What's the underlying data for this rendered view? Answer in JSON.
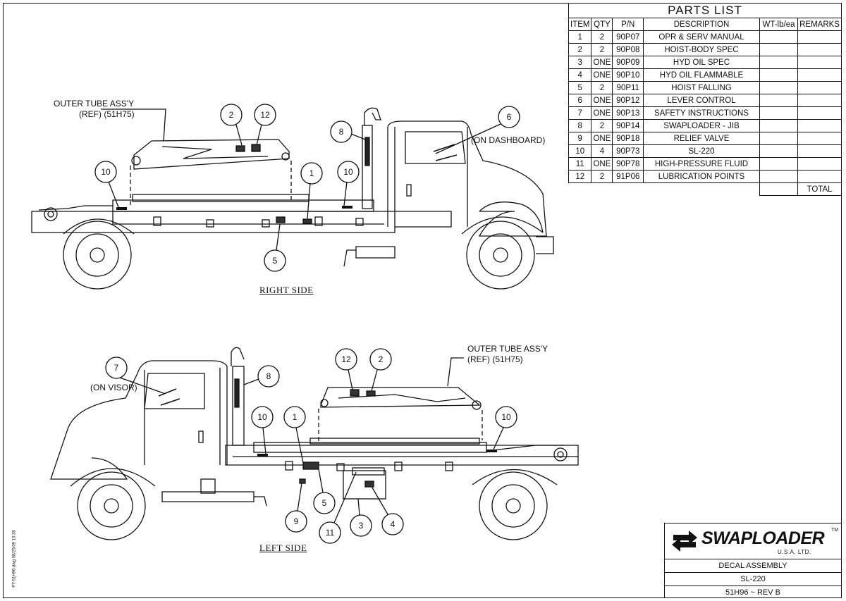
{
  "parts_list": {
    "title": "PARTS LIST",
    "headers": [
      "ITEM",
      "QTY",
      "P/N",
      "DESCRIPTION",
      "WT-lb/ea",
      "REMARKS"
    ],
    "rows": [
      {
        "item": "1",
        "qty": "2",
        "pn": "90P07",
        "desc": "OPR & SERV MANUAL"
      },
      {
        "item": "2",
        "qty": "2",
        "pn": "90P08",
        "desc": "HOIST-BODY SPEC"
      },
      {
        "item": "3",
        "qty": "ONE",
        "pn": "90P09",
        "desc": "HYD OIL SPEC"
      },
      {
        "item": "4",
        "qty": "ONE",
        "pn": "90P10",
        "desc": "HYD OIL FLAMMABLE"
      },
      {
        "item": "5",
        "qty": "2",
        "pn": "90P11",
        "desc": "HOIST FALLING"
      },
      {
        "item": "6",
        "qty": "ONE",
        "pn": "90P12",
        "desc": "LEVER CONTROL"
      },
      {
        "item": "7",
        "qty": "ONE",
        "pn": "90P13",
        "desc": "SAFETY INSTRUCTIONS"
      },
      {
        "item": "8",
        "qty": "2",
        "pn": "90P14",
        "desc": "SWAPLOADER - JIB"
      },
      {
        "item": "9",
        "qty": "ONE",
        "pn": "90P18",
        "desc": "RELIEF VALVE"
      },
      {
        "item": "10",
        "qty": "4",
        "pn": "90P73",
        "desc": "SL-220"
      },
      {
        "item": "11",
        "qty": "ONE",
        "pn": "90P78",
        "desc": "HIGH-PRESSURE FLUID"
      },
      {
        "item": "12",
        "qty": "2",
        "pn": "91P06",
        "desc": "LUBRICATION POINTS"
      }
    ],
    "total_label": "TOTAL"
  },
  "views": {
    "right_label": "RIGHT SIDE",
    "left_label": "LEFT SIDE",
    "right_outer_tube": "OUTER TUBE ASS'Y",
    "right_outer_tube_ref": "(REF)  (51H75)",
    "left_outer_tube": "OUTER TUBE ASS'Y",
    "left_outer_tube_ref": "(REF)  (51H75)",
    "on_dashboard": "(ON DASHBOARD)",
    "on_visor": "(ON VISOR)"
  },
  "callouts_right": [
    "2",
    "12",
    "8",
    "6",
    "10",
    "1",
    "10",
    "5"
  ],
  "callouts_left": [
    "7",
    "8",
    "12",
    "2",
    "10",
    "1",
    "10",
    "9",
    "5",
    "11",
    "3",
    "4"
  ],
  "title_block": {
    "brand": "SWAPLOADER",
    "brand_sub": "U.S.A.   LTD.",
    "trademark": "TM",
    "drawing_title": "DECAL ASSEMBLY",
    "model": "SL-220",
    "drawing_number": "51H96 ~ REV B"
  },
  "file_stamp": "PT-51H96.dwg   08/25/09  10:38"
}
